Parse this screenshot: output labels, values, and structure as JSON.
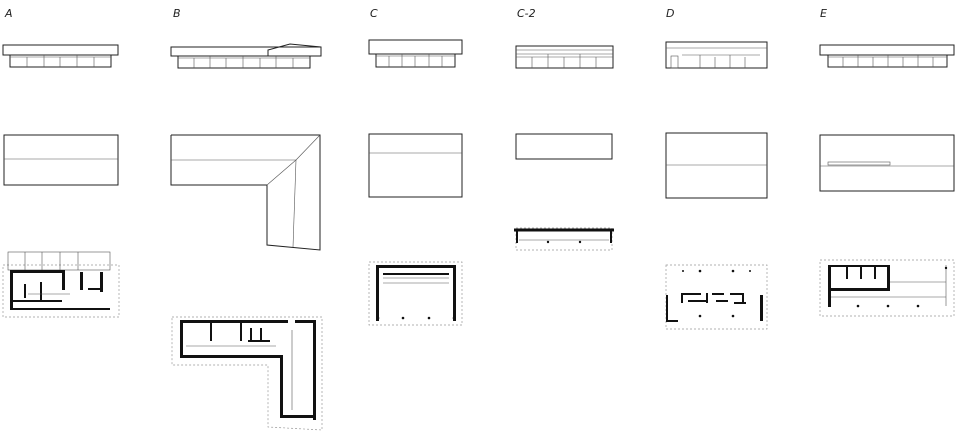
{
  "options": [
    {
      "id": "a",
      "label": "A"
    },
    {
      "id": "b",
      "label": "B"
    },
    {
      "id": "c",
      "label": "C"
    },
    {
      "id": "c2",
      "label": "C-2"
    },
    {
      "id": "d",
      "label": "D"
    },
    {
      "id": "e",
      "label": "E"
    }
  ]
}
